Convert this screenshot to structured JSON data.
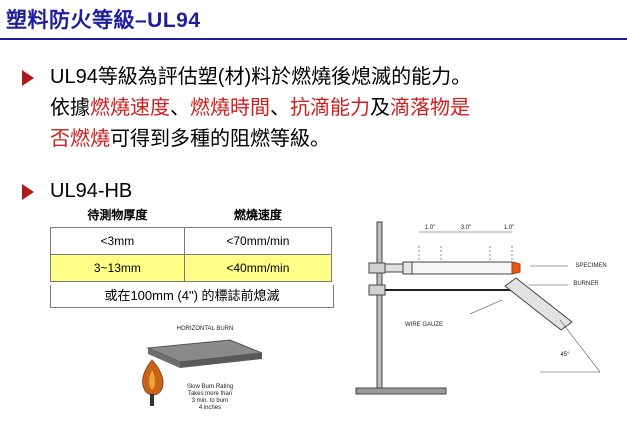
{
  "title": "塑料防火等級–UL94",
  "bullet1": {
    "line1": "UL94等級為評估塑(材)料於燃燒後熄滅的能力。",
    "line2_a": "依據",
    "line2_b": "燃燒速度",
    "line2_c": "、",
    "line2_d": "燃燒時間",
    "line2_e": "、",
    "line2_f": "抗滴能力",
    "line2_g": "及",
    "line2_h": "滴落物是",
    "line3_a": "否燃燒",
    "line3_b": "可得到多種的阻燃等級。"
  },
  "bullet2": {
    "label": "UL94-HB"
  },
  "table": {
    "headers": [
      "待測物厚度",
      "燃燒速度"
    ],
    "rows": [
      [
        "<3mm",
        "<70mm/min"
      ],
      [
        "3~13mm",
        "<40mm/min"
      ]
    ],
    "highlight_row": 1,
    "highlight_color": "#ffff88",
    "note": "或在100mm (4\") 的標誌前熄滅"
  },
  "figure_left": {
    "label": "HORIZONTAL BURN",
    "caption_lines": [
      "Slow Burn Rating",
      "Takes more than",
      "3 min. to burn",
      "4 inches"
    ]
  },
  "figure_right": {
    "dims": [
      "1.0\"",
      "3.0\"",
      "1.0\""
    ],
    "specimen": "SPECIMEN",
    "burner": "BURNER",
    "wire_gauze": "WIRE GAUZE",
    "angle": "45°"
  },
  "colors": {
    "title": "#1f1f9e",
    "accent": "#d01e1e",
    "bullet": "#b11a1a"
  }
}
